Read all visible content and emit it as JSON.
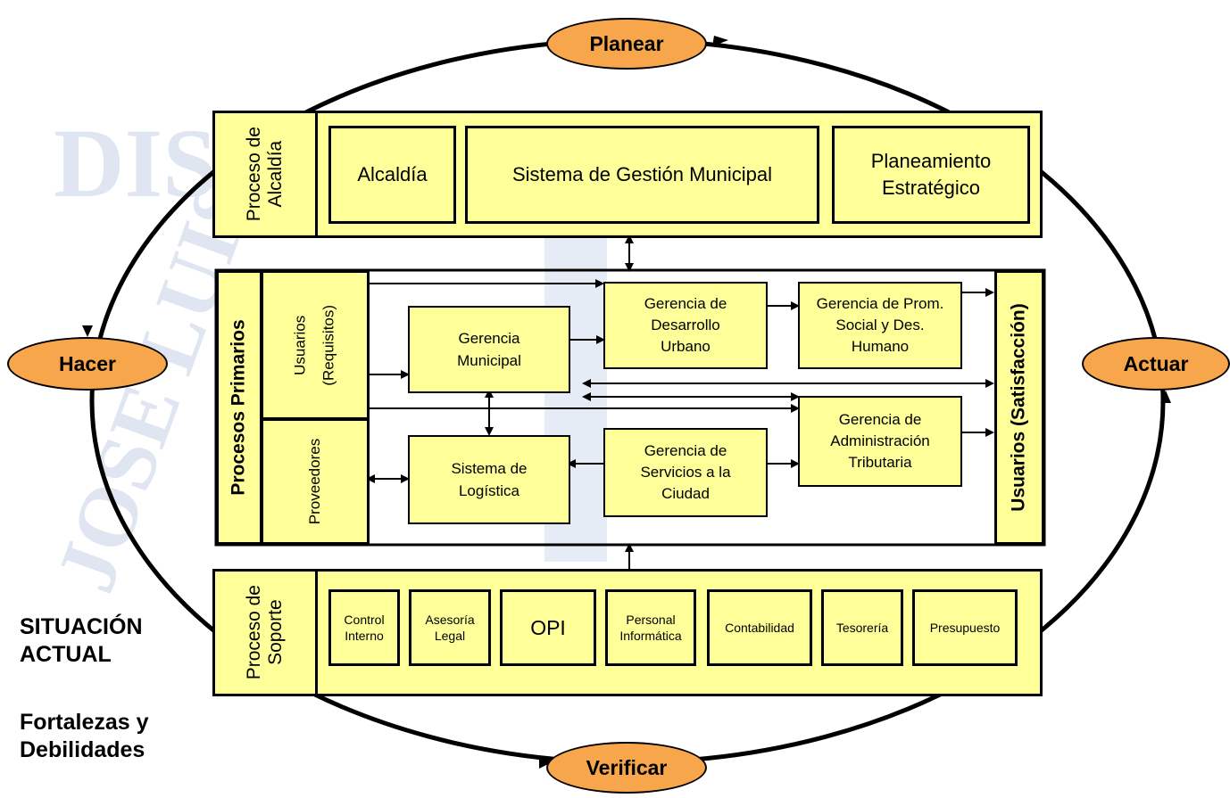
{
  "cycle": {
    "plan": "Planear",
    "do": "Hacer",
    "check": "Verificar",
    "act": "Actuar"
  },
  "alcaldia": {
    "label": "Proceso de Alcaldía",
    "items": [
      "Alcaldía",
      "Sistema de Gestión Municipal",
      "Planeamiento Estratégico"
    ]
  },
  "primarios": {
    "label": "Procesos Primarios",
    "usuarios": "Usuarios (Requisitos)",
    "proveedores": "Proveedores",
    "satisfaccion": "Usuarios (Satisfacción)",
    "gerencia_municipal": "Gerencia Municipal",
    "desarrollo_urbano": "Gerencia de Desarrollo Urbano",
    "prom_social": "Gerencia de Prom. Social y Des. Humano",
    "logistica": "Sistema de Logística",
    "servicios": "Gerencia de Servicios a la Ciudad",
    "tributaria": "Gerencia de Administración Tributaria"
  },
  "soporte": {
    "label": "Proceso de Soporte",
    "items": [
      "Control Interno",
      "Asesoría Legal",
      "OPI",
      "Personal Informática",
      "Contabilidad",
      "Tesorería",
      "Presupuesto"
    ]
  },
  "side_text": {
    "title": "SITUACIÓN ACTUAL",
    "subtitle": "Fortalezas y Debilidades"
  },
  "colors": {
    "box_fill": "#ffff99",
    "oval_fill": "#f7a64c",
    "watermark": "#dfe6f1"
  }
}
